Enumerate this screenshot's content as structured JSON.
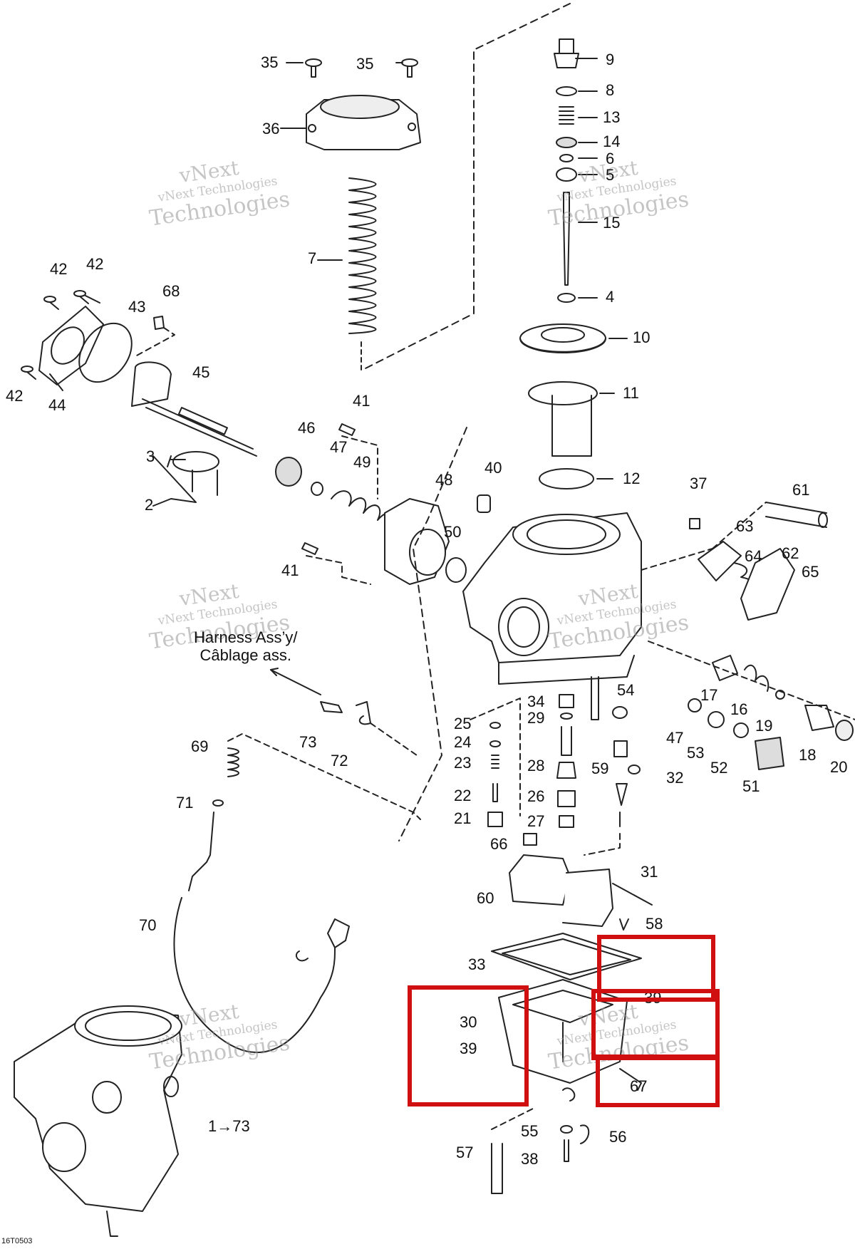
{
  "diagram": {
    "labels": [
      "35",
      "35",
      "36",
      "9",
      "8",
      "13",
      "14",
      "6",
      "5",
      "15",
      "4",
      "10",
      "11",
      "12",
      "7",
      "42",
      "42",
      "42",
      "43",
      "68",
      "44",
      "45",
      "3",
      "2",
      "41",
      "46",
      "47",
      "49",
      "48",
      "41",
      "40",
      "50",
      "37",
      "61",
      "63",
      "64",
      "62",
      "65",
      "34",
      "54",
      "25",
      "29",
      "24",
      "23",
      "28",
      "22",
      "26",
      "21",
      "27",
      "66",
      "59",
      "32",
      "17",
      "16",
      "19",
      "47",
      "53",
      "52",
      "51",
      "18",
      "20",
      "69",
      "71",
      "73",
      "72",
      "70",
      "31",
      "60",
      "58",
      "33",
      "39",
      "30",
      "39",
      "67",
      "55",
      "56",
      "57",
      "38",
      "1→73"
    ],
    "harness_label": "Harness Ass’y/\nCâblage ass.",
    "drawing_code": "16T0503",
    "watermark": {
      "line1": "vNext",
      "line2": "vNext Technologies",
      "line3": "Technologies"
    },
    "highlight_color": "#d01010"
  }
}
